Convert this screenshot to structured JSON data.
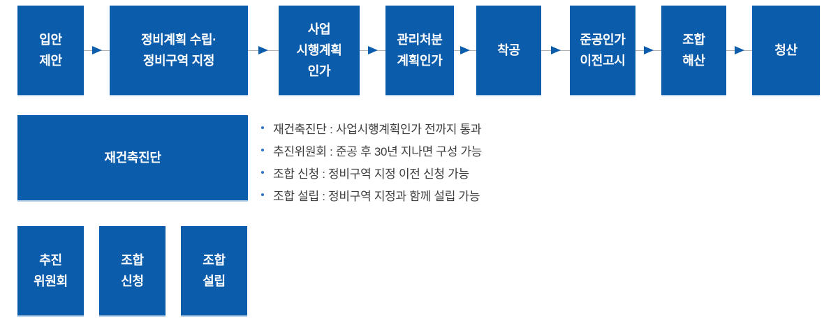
{
  "colors": {
    "box_blue": "#0b5cab",
    "box_bottom_edge": "#b9d2ea",
    "arrow_line": "#b1b1b1",
    "arrow_head": "#0b5cab",
    "bullet_dot": "#2e76c8",
    "note_text": "#3e3e3e",
    "box_text": "#ffffff",
    "background": "#ffffff"
  },
  "flow": {
    "steps": [
      {
        "label": "입안\n제안"
      },
      {
        "label": "정비계획 수립·\n정비구역 지정"
      },
      {
        "label": "사업\n시행계획\n인가"
      },
      {
        "label": "관리처분\n계획인가"
      },
      {
        "label": "착공"
      },
      {
        "label": "준공인가\n이전고시"
      },
      {
        "label": "조합\n해산"
      },
      {
        "label": "청산"
      }
    ]
  },
  "diagnosis_box": {
    "label": "재건축진단"
  },
  "notes": {
    "items": [
      "재건축진단 : 사업시행계획인가 전까지 통과",
      "추진위원회 : 준공 후 30년 지나면 구성 가능",
      "조합 신청 : 정비구역 지정 이전 신청 가능",
      "조합 설립 : 정비구역 지정과 함께 설립 가능"
    ]
  },
  "bottom_boxes": [
    {
      "label": "추진\n위원회"
    },
    {
      "label": "조합\n신청"
    },
    {
      "label": "조합\n설립"
    }
  ]
}
